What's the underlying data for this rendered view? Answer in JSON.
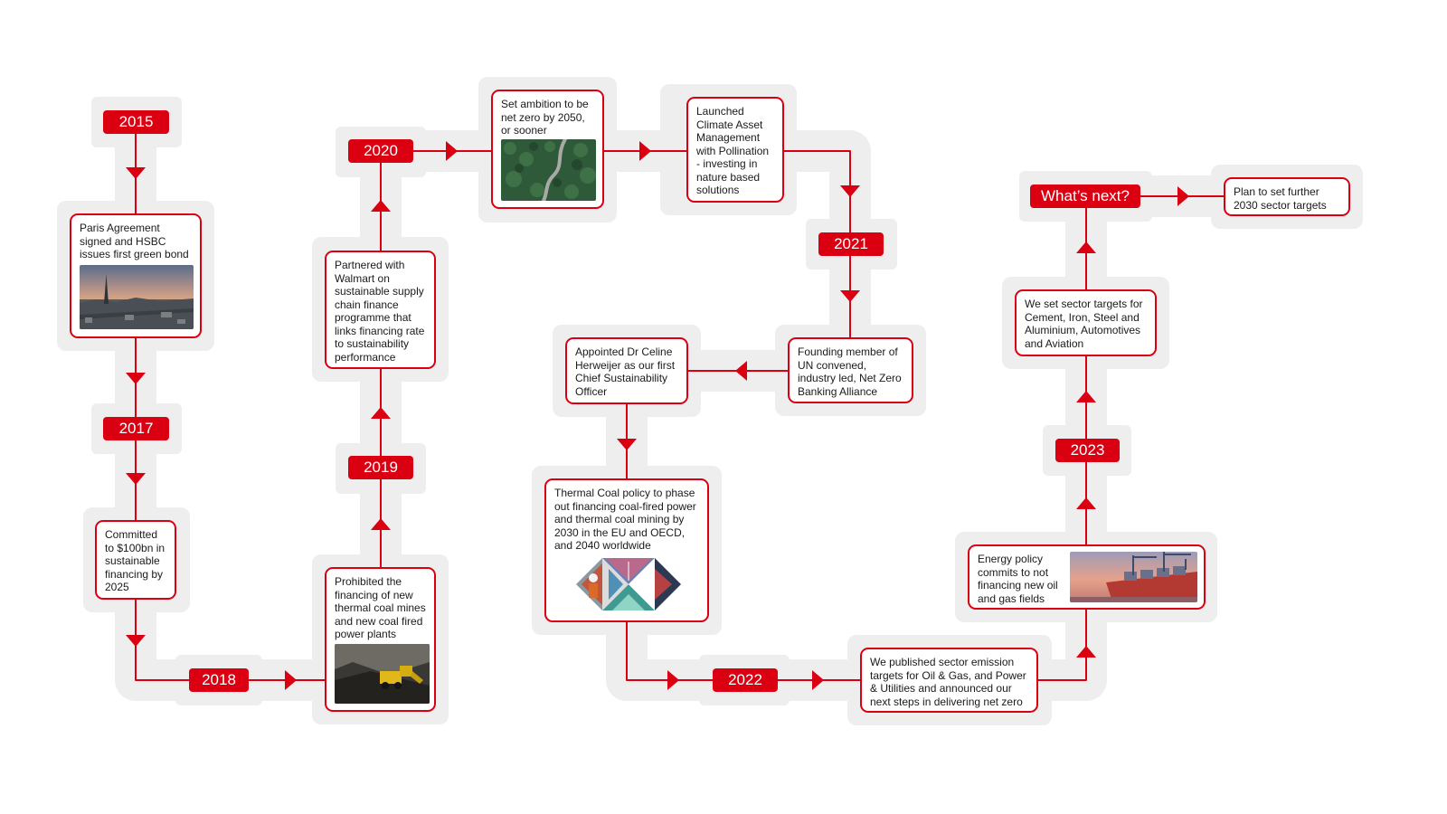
{
  "colors": {
    "accent": "#db0011",
    "track": "#eeeeee",
    "text": "#1a1a1a",
    "background": "#ffffff"
  },
  "years": {
    "y2015": "2015",
    "y2017": "2017",
    "y2018": "2018",
    "y2019": "2019",
    "y2020": "2020",
    "y2021": "2021",
    "y2022": "2022",
    "y2023": "2023",
    "next": "What’s next?"
  },
  "events": {
    "paris": "Paris Agreement signed and HSBC issues first green bond",
    "committed": "Committed to $100bn in sustainable financing by 2025",
    "prohibited": "Prohibited the financing of new thermal coal mines and new coal fired power plants",
    "walmart": "Partnered with Walmart on sustainable supply chain finance programme that links financing rate to sustainability performance",
    "netzero": "Set ambition to be net zero by 2050, or sooner",
    "pollination": "Launched Climate Asset Management with Pollination - investing in nature based solutions",
    "alliance": "Founding member of UN convened, industry led, Net Zero Banking Alliance",
    "herweijer": "Appointed Dr Celine Herweijer as our first Chief Sustainability Officer",
    "coal": "Thermal Coal policy to phase out financing coal-fired power and thermal coal mining by 2030 in the EU and OECD, and 2040 worldwide",
    "published": "We published sector emission targets for Oil & Gas, and Power & Utilities and announced our next steps in delivering net zero",
    "energy": "Energy policy commits to not financing new oil and gas fields",
    "sectors": "We set sector targets for Cement, Iron, Steel and Aluminium, Automotives and Aviation",
    "plan": "Plan to set further 2030 sector targets"
  },
  "photos": {
    "paris": "paris-skyline-photo",
    "mining": "coal-mining-photo",
    "forest": "forest-road-photo",
    "montage": "energy-worker-montage",
    "port": "container-port-photo"
  }
}
